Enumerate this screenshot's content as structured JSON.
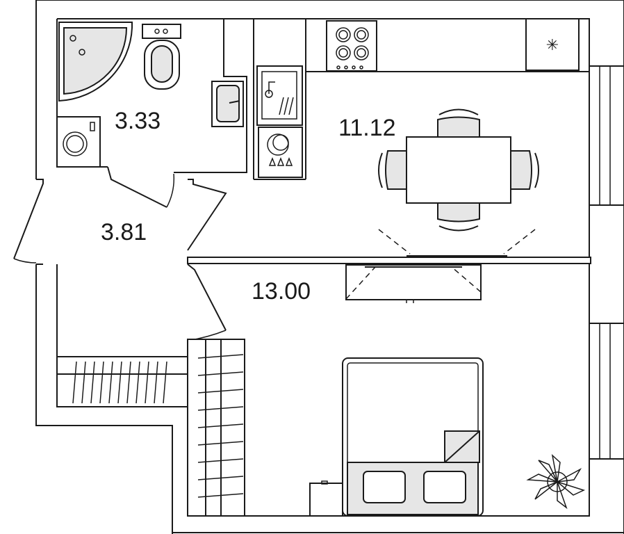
{
  "rooms": {
    "bathroom": {
      "area": "3.33"
    },
    "kitchen": {
      "area": "11.12"
    },
    "hallway": {
      "area": "3.81"
    },
    "living_room": {
      "area": "13.00"
    }
  },
  "icons": [
    "stove-icon",
    "sink-icon",
    "toilet-icon",
    "shower-icon",
    "washing-machine-icon",
    "dishwasher-icon",
    "table-icon",
    "chair-icon",
    "bed-icon",
    "pillow-icon",
    "plant-icon",
    "tv-icon",
    "wardrobe-icon",
    "fridge-icon",
    "door-icon",
    "window-icon"
  ],
  "colors": {
    "wall": "#1a1a1a",
    "fill": "#e6e6e6",
    "background": "#ffffff"
  }
}
